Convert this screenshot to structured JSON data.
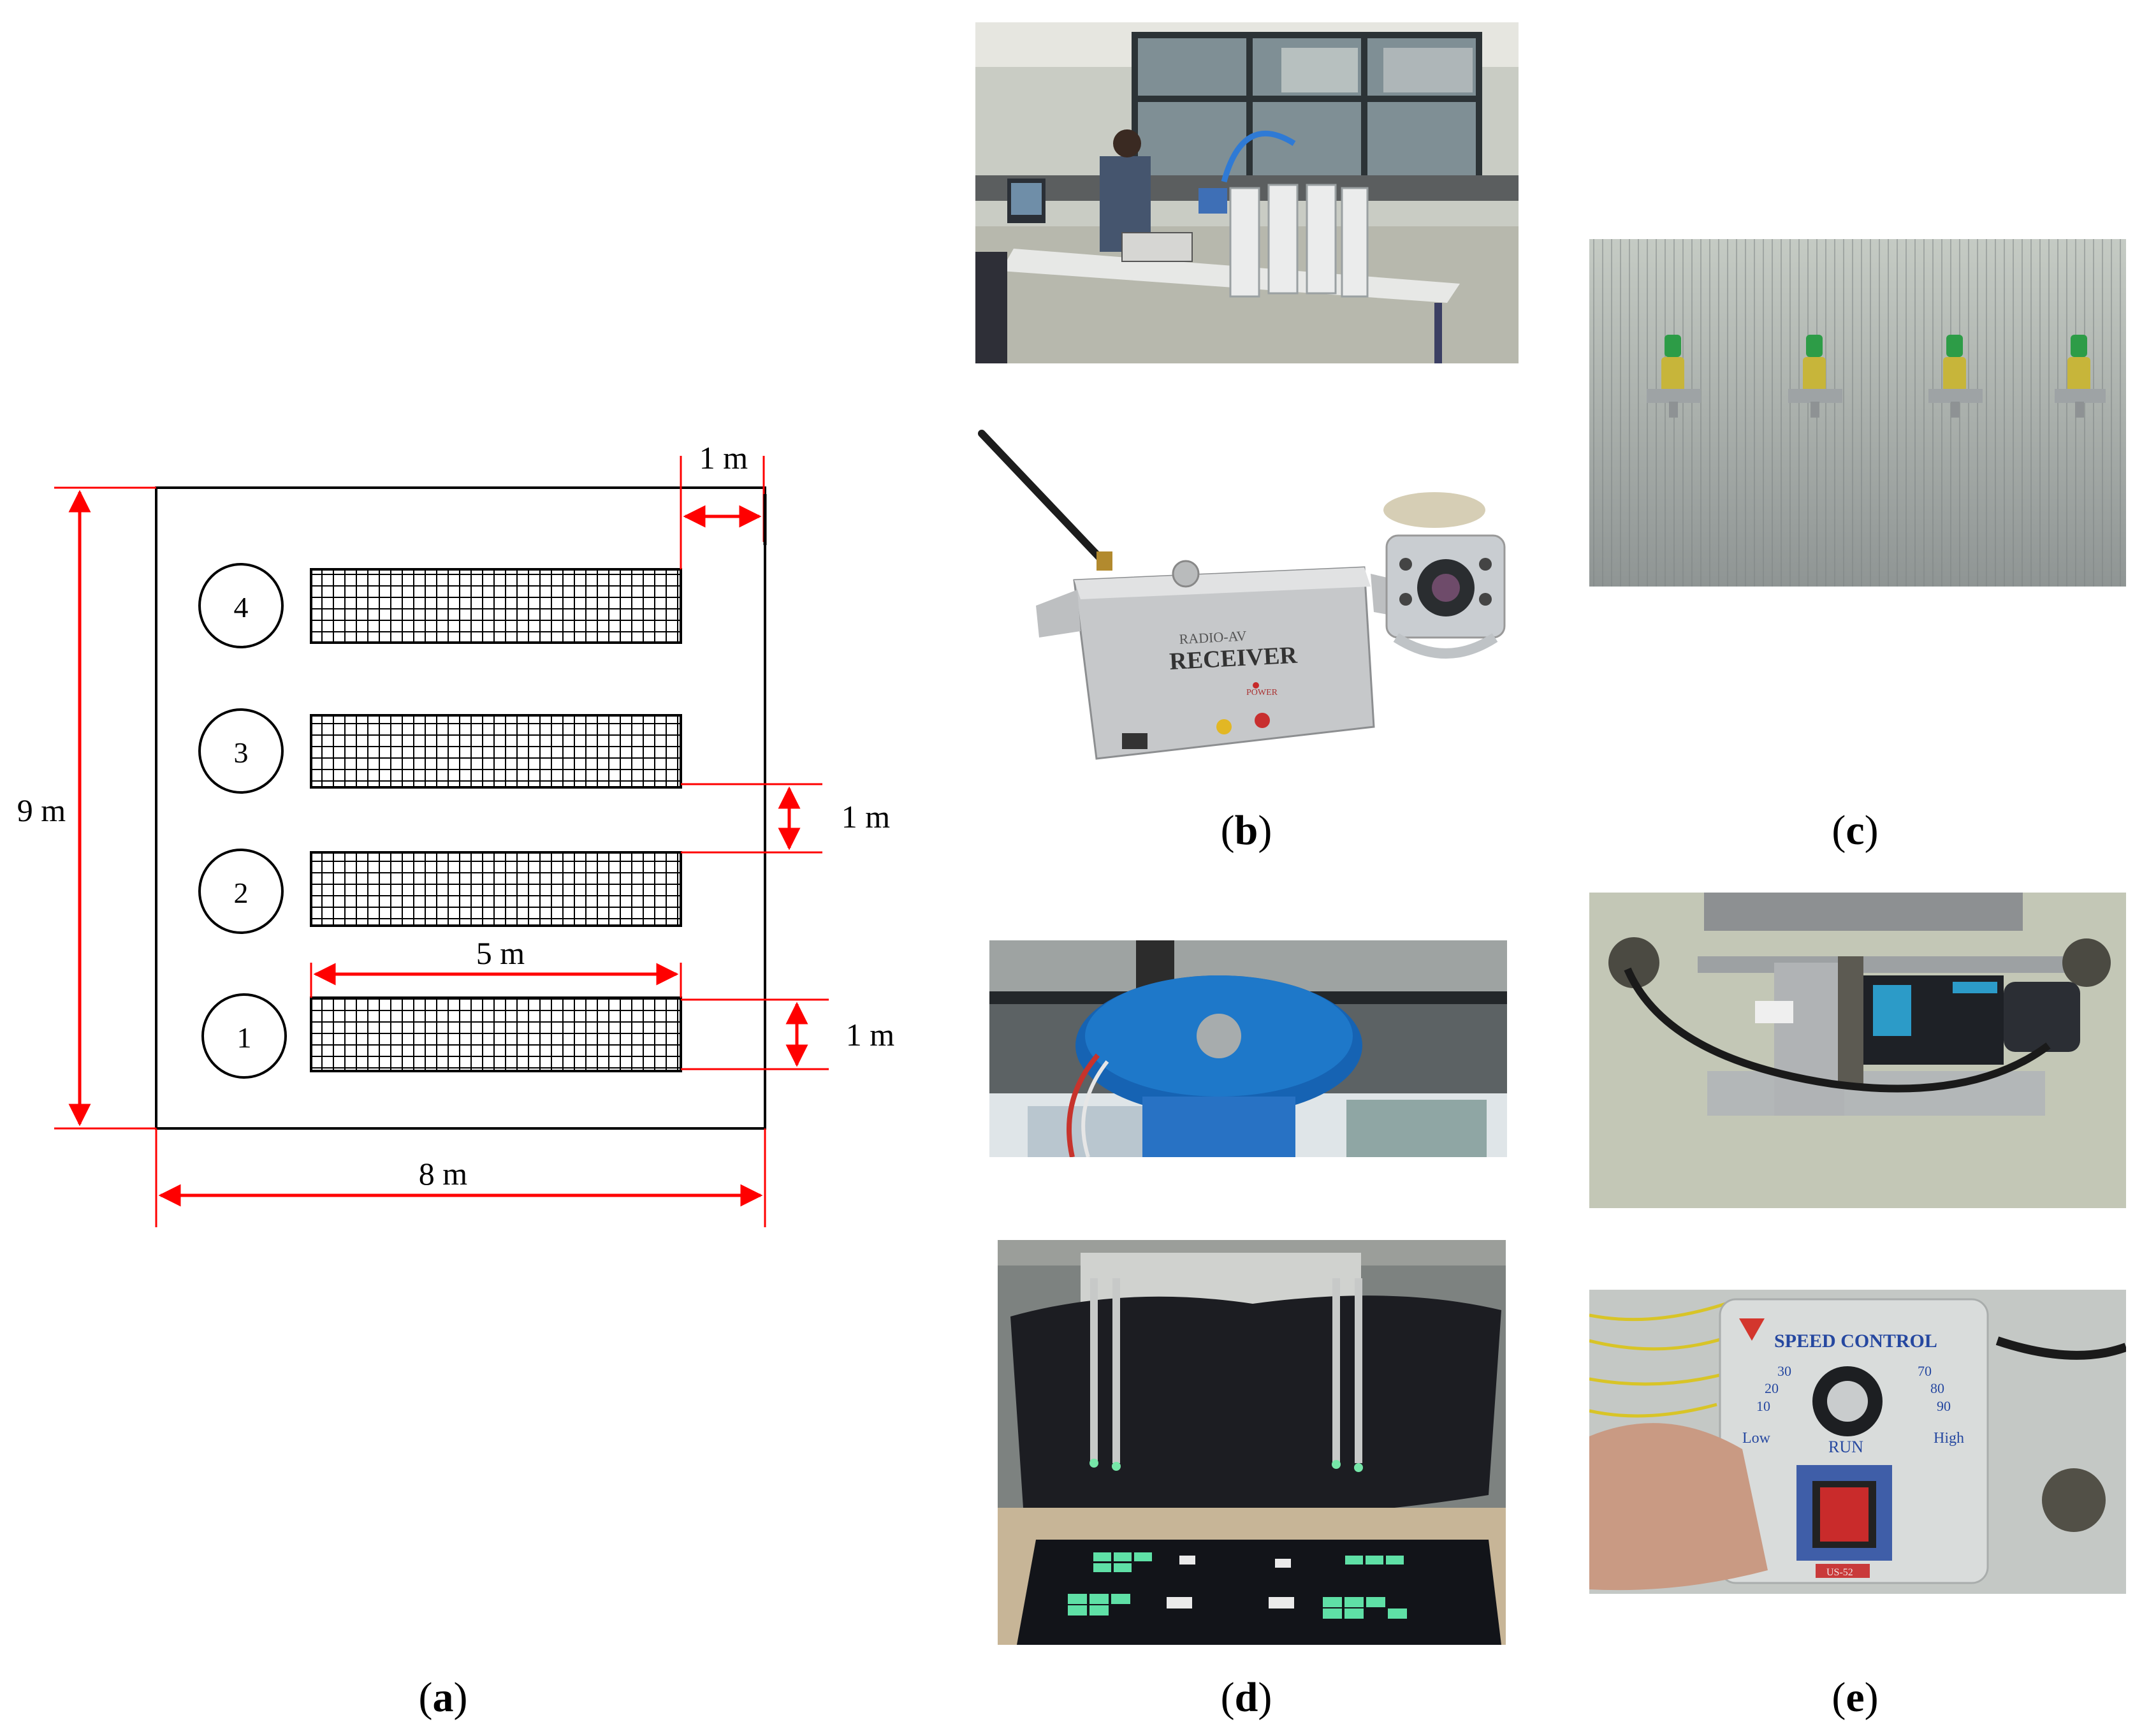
{
  "figure": {
    "captions": {
      "a": {
        "open": "(",
        "letter": "a",
        "close": ")"
      },
      "b": {
        "open": "(",
        "letter": "b",
        "close": ")"
      },
      "c": {
        "open": "(",
        "letter": "c",
        "close": ")"
      },
      "d": {
        "open": "(",
        "letter": "d",
        "close": ")"
      },
      "e": {
        "open": "(",
        "letter": "e",
        "close": ")"
      }
    }
  },
  "layout_diagram": {
    "dimension_total_height": "9 m",
    "dimension_total_width": "8 m",
    "dimension_bed_length": "5 m",
    "dimension_right_margin": "1 m",
    "dimension_spacing": "1 m",
    "dimension_bed_width": "1 m",
    "beds": [
      "1",
      "2",
      "3",
      "4"
    ],
    "colors": {
      "dimension": "#ff0000",
      "outline": "#000000"
    }
  },
  "photos": {
    "receiver": {
      "label_top": "RADIO-AV",
      "label_main": "RECEIVER",
      "label_power": "POWER"
    },
    "speed_control": {
      "title": "SPEED CONTROL",
      "scale_left": [
        "30",
        "20",
        "10"
      ],
      "scale_right": [
        "70",
        "80",
        "90"
      ],
      "low": "Low",
      "run": "RUN",
      "high": "High",
      "model": "US-52"
    }
  }
}
